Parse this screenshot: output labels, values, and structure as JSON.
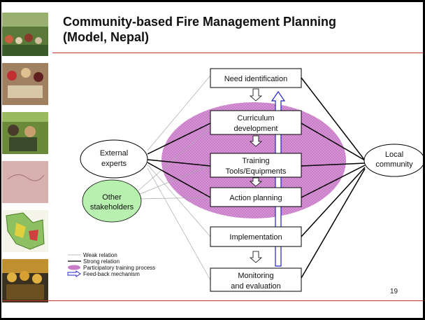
{
  "slide": {
    "title_lines": [
      "Community-based Fire Management Planning",
      "(Model, Nepal)"
    ],
    "page_number": "19"
  },
  "diagram": {
    "process_steps": [
      {
        "id": "need",
        "lines": [
          "Need identification"
        ]
      },
      {
        "id": "curriculum",
        "lines": [
          "Curriculum",
          "development"
        ]
      },
      {
        "id": "training",
        "lines": [
          "Training",
          "Tools/Equipments"
        ]
      },
      {
        "id": "action",
        "lines": [
          "Action planning"
        ]
      },
      {
        "id": "implementation",
        "lines": [
          "Implementation"
        ]
      },
      {
        "id": "monitoring",
        "lines": [
          "Monitoring",
          "and evaluation"
        ]
      }
    ],
    "external_experts": [
      "External",
      "experts"
    ],
    "other_stakeholders": [
      "Other",
      "stakeholders"
    ],
    "local_community": [
      "Local",
      "community"
    ]
  },
  "legend": {
    "weak": "Weak relation",
    "strong": "Strong relation",
    "participatory": "Participatory training process",
    "feedback": "Feed-back mechanism"
  },
  "colors": {
    "participatory_fill": "#c87cc8",
    "other_stakeholders_fill": "#b8f0b0",
    "feedback_arrow": "#2020d0",
    "title_rule": "#c0392b"
  },
  "icons": [
    "fire-crew-photo",
    "group-meeting-photo",
    "map-photo"
  ]
}
